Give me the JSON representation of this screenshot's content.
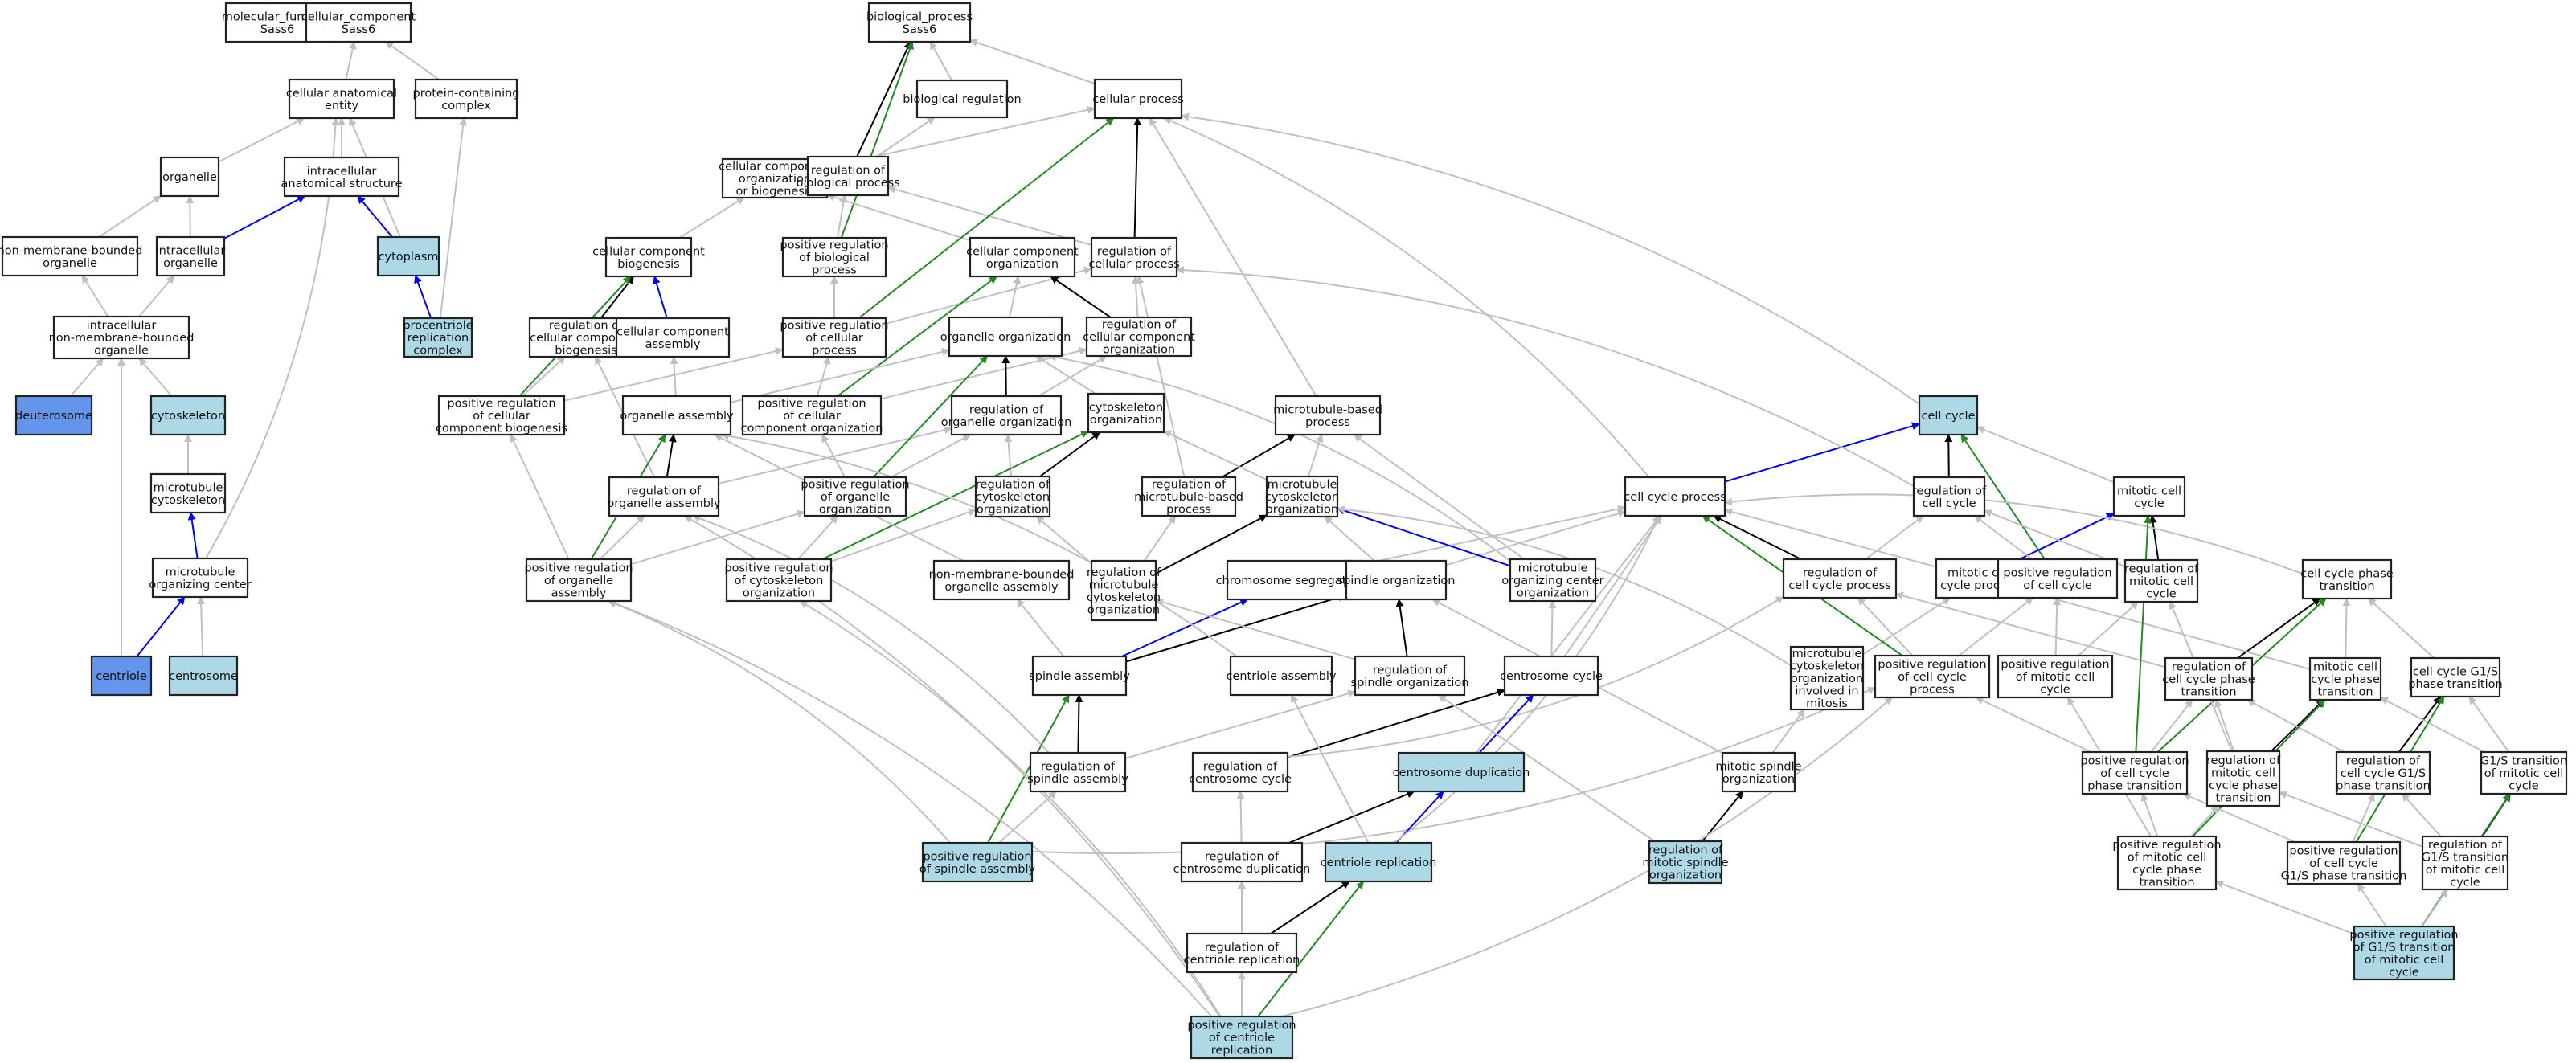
{
  "title": "GO ancestor graph for Sass6",
  "legend_colors": {
    "is_a": "#c0c0c0",
    "part_of": "#0000ff",
    "regulates": "#000000",
    "positively_regulates": "#228b22",
    "annotated_direct": "#add8e6",
    "annotated_experimental": "#6495ed",
    "default_fill": "#ffffff"
  },
  "nodes": [
    {
      "id": "mf",
      "label": "molecular_function\nSass6",
      "fill": "default_fill"
    },
    {
      "id": "cc",
      "label": "cellular_component\nSass6",
      "fill": "default_fill"
    },
    {
      "id": "bp",
      "label": "biological_process\nSass6",
      "fill": "default_fill"
    },
    {
      "id": "cae",
      "label": "cellular anatomical\nentity",
      "fill": "default_fill"
    },
    {
      "id": "pcc",
      "label": "protein-containing\ncomplex",
      "fill": "default_fill"
    },
    {
      "id": "org",
      "label": "organelle",
      "fill": "default_fill"
    },
    {
      "id": "ias",
      "label": "intracellular\nanatomical structure",
      "fill": "default_fill"
    },
    {
      "id": "nmbo",
      "label": "non-membrane-bounded\norganelle",
      "fill": "default_fill"
    },
    {
      "id": "io",
      "label": "intracellular\norganelle",
      "fill": "default_fill"
    },
    {
      "id": "cyto",
      "label": "cytoplasm",
      "fill": "annotated_direct"
    },
    {
      "id": "prc",
      "label": "procentriole\nreplication\ncomplex",
      "fill": "annotated_direct"
    },
    {
      "id": "inmbo",
      "label": "intracellular\nnon-membrane-bounded\norganelle",
      "fill": "default_fill"
    },
    {
      "id": "deut",
      "label": "deuterosome",
      "fill": "annotated_experimental"
    },
    {
      "id": "cysk",
      "label": "cytoskeleton",
      "fill": "annotated_direct"
    },
    {
      "id": "mtcs",
      "label": "microtubule\ncytoskeleton",
      "fill": "default_fill"
    },
    {
      "id": "mtoc",
      "label": "microtubule\norganizing center",
      "fill": "default_fill"
    },
    {
      "id": "centriole",
      "label": "centriole",
      "fill": "annotated_experimental"
    },
    {
      "id": "centrosome",
      "label": "centrosome",
      "fill": "annotated_direct"
    },
    {
      "id": "breg",
      "label": "biological regulation",
      "fill": "default_fill"
    },
    {
      "id": "cp",
      "label": "cellular process",
      "fill": "default_fill"
    },
    {
      "id": "ccob",
      "label": "cellular component\norganization\nor biogenesis",
      "fill": "default_fill"
    },
    {
      "id": "rbp",
      "label": "regulation of\nbiological process",
      "fill": "default_fill"
    },
    {
      "id": "ccb",
      "label": "cellular component\nbiogenesis",
      "fill": "default_fill"
    },
    {
      "id": "prbp",
      "label": "positive regulation\nof biological\nprocess",
      "fill": "default_fill"
    },
    {
      "id": "cco",
      "label": "cellular component\norganization",
      "fill": "default_fill"
    },
    {
      "id": "rcp",
      "label": "regulation of\ncellular process",
      "fill": "default_fill"
    },
    {
      "id": "rccb",
      "label": "regulation of\ncellular component\nbiogenesis",
      "fill": "default_fill"
    },
    {
      "id": "cca",
      "label": "cellular component\nassembly",
      "fill": "default_fill"
    },
    {
      "id": "prcp",
      "label": "positive regulation\nof cellular\nprocess",
      "fill": "default_fill"
    },
    {
      "id": "oo",
      "label": "organelle organization",
      "fill": "default_fill"
    },
    {
      "id": "rcco",
      "label": "regulation of\ncellular component\norganization",
      "fill": "default_fill"
    },
    {
      "id": "prccb",
      "label": "positive regulation\nof cellular\ncomponent biogenesis",
      "fill": "default_fill"
    },
    {
      "id": "oa",
      "label": "organelle assembly",
      "fill": "default_fill"
    },
    {
      "id": "prcco",
      "label": "positive regulation\nof cellular\ncomponent organization",
      "fill": "default_fill"
    },
    {
      "id": "roo",
      "label": "regulation of\norganelle organization",
      "fill": "default_fill"
    },
    {
      "id": "cyo",
      "label": "cytoskeleton\norganization",
      "fill": "default_fill"
    },
    {
      "id": "mbp",
      "label": "microtubule-based\nprocess",
      "fill": "default_fill"
    },
    {
      "id": "cellcycle",
      "label": "cell cycle",
      "fill": "annotated_direct"
    },
    {
      "id": "roa",
      "label": "regulation of\norganelle assembly",
      "fill": "default_fill"
    },
    {
      "id": "proo",
      "label": "positive regulation\nof organelle\norganization",
      "fill": "default_fill"
    },
    {
      "id": "rcyo",
      "label": "regulation of\ncytoskeleton\norganization",
      "fill": "default_fill"
    },
    {
      "id": "rmbp",
      "label": "regulation of\nmicrotubule-based\nprocess",
      "fill": "default_fill"
    },
    {
      "id": "mtcso",
      "label": "microtubule\ncytoskeleton\norganization",
      "fill": "default_fill"
    },
    {
      "id": "ccp",
      "label": "cell cycle process",
      "fill": "default_fill"
    },
    {
      "id": "rcc",
      "label": "regulation of\ncell cycle",
      "fill": "default_fill"
    },
    {
      "id": "mcc",
      "label": "mitotic cell\ncycle",
      "fill": "default_fill"
    },
    {
      "id": "proa",
      "label": "positive regulation\nof organelle\nassembly",
      "fill": "default_fill"
    },
    {
      "id": "prcyo",
      "label": "positive regulation\nof cytoskeleton\norganization",
      "fill": "default_fill"
    },
    {
      "id": "nmboa",
      "label": "non-membrane-bounded\norganelle assembly",
      "fill": "default_fill"
    },
    {
      "id": "rmtcso",
      "label": "regulation of\nmicrotubule\ncytoskeleton\norganization",
      "fill": "default_fill"
    },
    {
      "id": "chrseg",
      "label": "chromosome segregation",
      "fill": "default_fill"
    },
    {
      "id": "spo",
      "label": "spindle organization",
      "fill": "default_fill"
    },
    {
      "id": "mtoco",
      "label": "microtubule\norganizing center\norganization",
      "fill": "default_fill"
    },
    {
      "id": "rccp",
      "label": "regulation of\ncell cycle process",
      "fill": "default_fill"
    },
    {
      "id": "mccp",
      "label": "mitotic cell\ncycle process",
      "fill": "default_fill"
    },
    {
      "id": "prcc",
      "label": "positive regulation\nof cell cycle",
      "fill": "default_fill"
    },
    {
      "id": "rmcc",
      "label": "regulation of\nmitotic cell\ncycle",
      "fill": "default_fill"
    },
    {
      "id": "ccpt",
      "label": "cell cycle phase\ntransition",
      "fill": "default_fill"
    },
    {
      "id": "spa",
      "label": "spindle assembly",
      "fill": "default_fill"
    },
    {
      "id": "ca",
      "label": "centriole assembly",
      "fill": "default_fill"
    },
    {
      "id": "rspo",
      "label": "regulation of\nspindle organization",
      "fill": "default_fill"
    },
    {
      "id": "csc",
      "label": "centrosome cycle",
      "fill": "default_fill"
    },
    {
      "id": "mtcsom",
      "label": "microtubule\ncytoskeleton\norganization\ninvolved in\nmitosis",
      "fill": "default_fill"
    },
    {
      "id": "prccp",
      "label": "positive regulation\nof cell cycle\nprocess",
      "fill": "default_fill"
    },
    {
      "id": "prmcc",
      "label": "positive regulation\nof mitotic cell\ncycle",
      "fill": "default_fill"
    },
    {
      "id": "rccpt",
      "label": "regulation of\ncell cycle phase\ntransition",
      "fill": "default_fill"
    },
    {
      "id": "mccpt",
      "label": "mitotic cell\ncycle phase\ntransition",
      "fill": "default_fill"
    },
    {
      "id": "g1s",
      "label": "cell cycle G1/S\nphase transition",
      "fill": "default_fill"
    },
    {
      "id": "rspa",
      "label": "regulation of\nspindle assembly",
      "fill": "default_fill"
    },
    {
      "id": "rcsc",
      "label": "regulation of\ncentrosome cycle",
      "fill": "default_fill"
    },
    {
      "id": "csd",
      "label": "centrosome duplication",
      "fill": "annotated_direct"
    },
    {
      "id": "mspo",
      "label": "mitotic spindle\norganization",
      "fill": "default_fill"
    },
    {
      "id": "prccpt",
      "label": "positive regulation\nof cell cycle\nphase transition",
      "fill": "default_fill"
    },
    {
      "id": "rmccpt",
      "label": "regulation of\nmitotic cell\ncycle phase\ntransition",
      "fill": "default_fill"
    },
    {
      "id": "rg1s",
      "label": "regulation of\ncell cycle G1/S\nphase transition",
      "fill": "default_fill"
    },
    {
      "id": "g1smcc",
      "label": "G1/S transition\nof mitotic cell\ncycle",
      "fill": "default_fill"
    },
    {
      "id": "prspa",
      "label": "positive regulation\nof spindle assembly",
      "fill": "annotated_direct"
    },
    {
      "id": "rcsd",
      "label": "regulation of\ncentrosome duplication",
      "fill": "default_fill"
    },
    {
      "id": "cr",
      "label": "centriole replication",
      "fill": "annotated_direct"
    },
    {
      "id": "rmspo",
      "label": "regulation of\nmitotic spindle\norganization",
      "fill": "annotated_direct"
    },
    {
      "id": "prmccpt",
      "label": "positive regulation\nof mitotic cell\ncycle phase\ntransition",
      "fill": "default_fill"
    },
    {
      "id": "prg1s",
      "label": "positive regulation\nof cell cycle\nG1/S phase transition",
      "fill": "default_fill"
    },
    {
      "id": "rg1smcc",
      "label": "regulation of\nG1/S transition\nof mitotic cell\ncycle",
      "fill": "default_fill"
    },
    {
      "id": "rcr",
      "label": "regulation of\ncentriole replication",
      "fill": "default_fill"
    },
    {
      "id": "prg1smcc",
      "label": "positive regulation\nof G1/S transition\nof mitotic cell\ncycle",
      "fill": "annotated_direct"
    },
    {
      "id": "prcr",
      "label": "positive regulation\nof centriole\nreplication",
      "fill": "annotated_direct"
    }
  ],
  "edges": [
    [
      "cae",
      "cc",
      "is_a"
    ],
    [
      "pcc",
      "cc",
      "is_a"
    ],
    [
      "org",
      "cae",
      "is_a"
    ],
    [
      "ias",
      "cae",
      "is_a"
    ],
    [
      "cyto",
      "cae",
      "is_a"
    ],
    [
      "mtoc",
      "cae",
      "is_a"
    ],
    [
      "prc",
      "pcc",
      "is_a"
    ],
    [
      "prc",
      "cyto",
      "part_of"
    ],
    [
      "nmbo",
      "org",
      "is_a"
    ],
    [
      "io",
      "org",
      "is_a"
    ],
    [
      "io",
      "ias",
      "part_of"
    ],
    [
      "cyto",
      "ias",
      "part_of"
    ],
    [
      "inmbo",
      "nmbo",
      "is_a"
    ],
    [
      "inmbo",
      "io",
      "is_a"
    ],
    [
      "deut",
      "inmbo",
      "is_a"
    ],
    [
      "cysk",
      "inmbo",
      "is_a"
    ],
    [
      "centriole",
      "inmbo",
      "is_a"
    ],
    [
      "mtcs",
      "cysk",
      "is_a"
    ],
    [
      "mtoc",
      "mtcs",
      "part_of"
    ],
    [
      "centriole",
      "mtoc",
      "part_of"
    ],
    [
      "centrosome",
      "mtoc",
      "is_a"
    ],
    [
      "breg",
      "bp",
      "is_a"
    ],
    [
      "cp",
      "bp",
      "is_a"
    ],
    [
      "rbp",
      "bp",
      "regulates"
    ],
    [
      "prbp",
      "bp",
      "positively_regulates"
    ],
    [
      "rbp",
      "breg",
      "is_a"
    ],
    [
      "ccob",
      "cp",
      "is_a"
    ],
    [
      "ccb",
      "ccob",
      "is_a"
    ],
    [
      "prbp",
      "rbp",
      "is_a"
    ],
    [
      "cco",
      "ccob",
      "is_a"
    ],
    [
      "rcp",
      "rbp",
      "is_a"
    ],
    [
      "rcp",
      "cp",
      "regulates"
    ],
    [
      "prcp",
      "cp",
      "positively_regulates"
    ],
    [
      "mbp",
      "cp",
      "is_a"
    ],
    [
      "cellcycle",
      "cp",
      "is_a"
    ],
    [
      "rccb",
      "ccb",
      "regulates"
    ],
    [
      "cca",
      "ccb",
      "part_of"
    ],
    [
      "prccb",
      "ccb",
      "positively_regulates"
    ],
    [
      "prcp",
      "prbp",
      "is_a"
    ],
    [
      "prcp",
      "rcp",
      "is_a"
    ],
    [
      "oo",
      "cco",
      "is_a"
    ],
    [
      "rcco",
      "cco",
      "regulates"
    ],
    [
      "prcco",
      "cco",
      "positively_regulates"
    ],
    [
      "rcco",
      "rcp",
      "is_a"
    ],
    [
      "prccb",
      "rccb",
      "is_a"
    ],
    [
      "prccb",
      "prcp",
      "is_a"
    ],
    [
      "oa",
      "cca",
      "is_a"
    ],
    [
      "oa",
      "oo",
      "is_a"
    ],
    [
      "prcco",
      "prcp",
      "is_a"
    ],
    [
      "prcco",
      "rcco",
      "is_a"
    ],
    [
      "roo",
      "oo",
      "regulates"
    ],
    [
      "roo",
      "rcco",
      "is_a"
    ],
    [
      "cyo",
      "oo",
      "is_a"
    ],
    [
      "roa",
      "oa",
      "regulates"
    ],
    [
      "roa",
      "roo",
      "is_a"
    ],
    [
      "roa",
      "rccb",
      "is_a"
    ],
    [
      "proo",
      "roo",
      "is_a"
    ],
    [
      "proo",
      "oo",
      "positively_regulates"
    ],
    [
      "proo",
      "prcco",
      "is_a"
    ],
    [
      "rcyo",
      "cyo",
      "regulates"
    ],
    [
      "rcyo",
      "roo",
      "is_a"
    ],
    [
      "rmbp",
      "mbp",
      "regulates"
    ],
    [
      "rmbp",
      "rcp",
      "is_a"
    ],
    [
      "mtcso",
      "mbp",
      "is_a"
    ],
    [
      "mtcso",
      "cyo",
      "is_a"
    ],
    [
      "ccp",
      "cellcycle",
      "part_of"
    ],
    [
      "ccp",
      "cp",
      "is_a"
    ],
    [
      "rcc",
      "cellcycle",
      "regulates"
    ],
    [
      "rcc",
      "rcp",
      "is_a"
    ],
    [
      "mcc",
      "cellcycle",
      "is_a"
    ],
    [
      "prcc",
      "cellcycle",
      "positively_regulates"
    ],
    [
      "proa",
      "oa",
      "positively_regulates"
    ],
    [
      "proa",
      "roa",
      "is_a"
    ],
    [
      "proa",
      "proo",
      "is_a"
    ],
    [
      "proa",
      "prccb",
      "is_a"
    ],
    [
      "prcyo",
      "cyo",
      "positively_regulates"
    ],
    [
      "prcyo",
      "rcyo",
      "is_a"
    ],
    [
      "prcyo",
      "proo",
      "is_a"
    ],
    [
      "nmboa",
      "oa",
      "is_a"
    ],
    [
      "rmtcso",
      "mtcso",
      "regulates"
    ],
    [
      "rmtcso",
      "rcyo",
      "is_a"
    ],
    [
      "rmtcso",
      "rmbp",
      "is_a"
    ],
    [
      "chrseg",
      "ccp",
      "is_a"
    ],
    [
      "spo",
      "mtcso",
      "is_a"
    ],
    [
      "spo",
      "ccp",
      "is_a"
    ],
    [
      "mtoco",
      "mtcso",
      "part_of"
    ],
    [
      "mtoco",
      "mbp",
      "is_a"
    ],
    [
      "mtoco",
      "oo",
      "is_a"
    ],
    [
      "rccp",
      "ccp",
      "regulates"
    ],
    [
      "rccp",
      "rcc",
      "is_a"
    ],
    [
      "mccp",
      "mcc",
      "part_of"
    ],
    [
      "mccp",
      "ccp",
      "is_a"
    ],
    [
      "prcc",
      "rcc",
      "is_a"
    ],
    [
      "rmcc",
      "mcc",
      "regulates"
    ],
    [
      "rmcc",
      "rcc",
      "is_a"
    ],
    [
      "ccpt",
      "ccp",
      "is_a"
    ],
    [
      "spa",
      "spo",
      "regulates"
    ],
    [
      "spa",
      "chrseg",
      "part_of"
    ],
    [
      "spa",
      "nmboa",
      "is_a"
    ],
    [
      "ca",
      "oa",
      "is_a"
    ],
    [
      "rspo",
      "spo",
      "regulates"
    ],
    [
      "rspo",
      "rmtcso",
      "is_a"
    ],
    [
      "csc",
      "ccp",
      "is_a"
    ],
    [
      "csc",
      "mtoco",
      "is_a"
    ],
    [
      "mtcsom",
      "mtcso",
      "is_a"
    ],
    [
      "mtcsom",
      "mccp",
      "is_a"
    ],
    [
      "prccp",
      "ccp",
      "positively_regulates"
    ],
    [
      "prccp",
      "rccp",
      "is_a"
    ],
    [
      "prccp",
      "prcc",
      "is_a"
    ],
    [
      "prmcc",
      "rmcc",
      "is_a"
    ],
    [
      "prmcc",
      "prcc",
      "is_a"
    ],
    [
      "rccpt",
      "ccpt",
      "regulates"
    ],
    [
      "rccpt",
      "rccp",
      "is_a"
    ],
    [
      "mccpt",
      "ccpt",
      "is_a"
    ],
    [
      "mccpt",
      "mccp",
      "is_a"
    ],
    [
      "g1s",
      "ccpt",
      "is_a"
    ],
    [
      "rspa",
      "spa",
      "regulates"
    ],
    [
      "rspa",
      "rspo",
      "is_a"
    ],
    [
      "rspa",
      "roa",
      "is_a"
    ],
    [
      "rcsc",
      "csc",
      "regulates"
    ],
    [
      "rcsc",
      "rccp",
      "is_a"
    ],
    [
      "csd",
      "csc",
      "part_of"
    ],
    [
      "csd",
      "ccp",
      "is_a"
    ],
    [
      "mspo",
      "mtcsom",
      "is_a"
    ],
    [
      "mspo",
      "spo",
      "is_a"
    ],
    [
      "prccpt",
      "ccpt",
      "positively_regulates"
    ],
    [
      "prccpt",
      "rccpt",
      "is_a"
    ],
    [
      "prccpt",
      "prccp",
      "is_a"
    ],
    [
      "prccpt",
      "mcc",
      "positively_regulates"
    ],
    [
      "rmccpt",
      "mccpt",
      "regulates"
    ],
    [
      "rmccpt",
      "rccpt",
      "is_a"
    ],
    [
      "rmccpt",
      "rmcc",
      "is_a"
    ],
    [
      "rg1s",
      "g1s",
      "regulates"
    ],
    [
      "rg1s",
      "rccpt",
      "is_a"
    ],
    [
      "g1smcc",
      "g1s",
      "is_a"
    ],
    [
      "g1smcc",
      "mccpt",
      "is_a"
    ],
    [
      "prspa",
      "spa",
      "positively_regulates"
    ],
    [
      "prspa",
      "rspa",
      "is_a"
    ],
    [
      "prspa",
      "proa",
      "is_a"
    ],
    [
      "prspa",
      "prccp",
      "is_a"
    ],
    [
      "rcsd",
      "csd",
      "regulates"
    ],
    [
      "rcsd",
      "rcsc",
      "is_a"
    ],
    [
      "cr",
      "csd",
      "part_of"
    ],
    [
      "cr",
      "ca",
      "is_a"
    ],
    [
      "cr",
      "ccp",
      "is_a"
    ],
    [
      "rmspo",
      "mspo",
      "regulates"
    ],
    [
      "rmspo",
      "rspo",
      "is_a"
    ],
    [
      "prmccpt",
      "mccpt",
      "positively_regulates"
    ],
    [
      "prmccpt",
      "rmccpt",
      "is_a"
    ],
    [
      "prmccpt",
      "prccpt",
      "is_a"
    ],
    [
      "prmccpt",
      "prmcc",
      "is_a"
    ],
    [
      "prg1s",
      "g1s",
      "positively_regulates"
    ],
    [
      "prg1s",
      "rg1s",
      "is_a"
    ],
    [
      "prg1s",
      "prccpt",
      "is_a"
    ],
    [
      "rg1smcc",
      "g1smcc",
      "regulates"
    ],
    [
      "rg1smcc",
      "rg1s",
      "is_a"
    ],
    [
      "rg1smcc",
      "rmccpt",
      "is_a"
    ],
    [
      "rcr",
      "cr",
      "regulates"
    ],
    [
      "rcr",
      "rcsd",
      "is_a"
    ],
    [
      "prg1smcc",
      "g1smcc",
      "positively_regulates"
    ],
    [
      "prg1smcc",
      "rg1smcc",
      "is_a"
    ],
    [
      "prg1smcc",
      "prg1s",
      "is_a"
    ],
    [
      "prg1smcc",
      "prmccpt",
      "is_a"
    ],
    [
      "prcr",
      "cr",
      "positively_regulates"
    ],
    [
      "prcr",
      "rcr",
      "is_a"
    ],
    [
      "prcr",
      "prccp",
      "is_a"
    ],
    [
      "prcr",
      "roa",
      "is_a"
    ],
    [
      "prcr",
      "prcyo",
      "is_a"
    ],
    [
      "prcr",
      "proa",
      "is_a"
    ]
  ]
}
